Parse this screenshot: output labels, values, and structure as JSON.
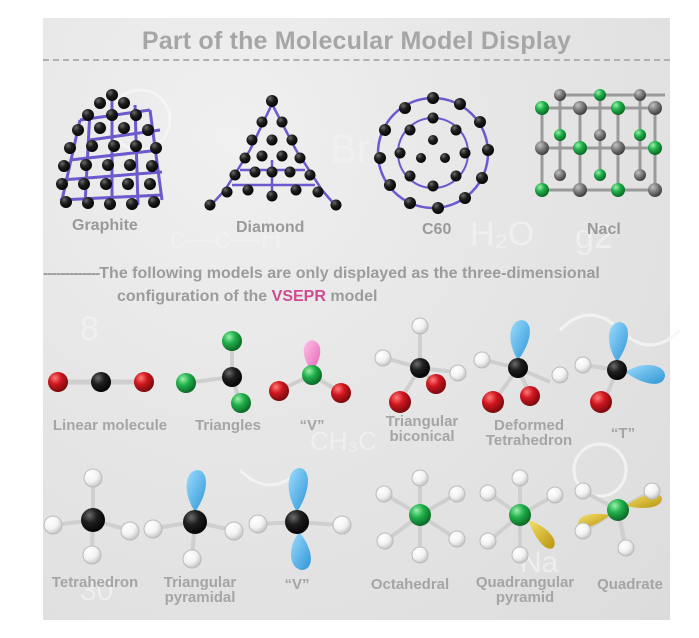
{
  "title": "Part of the Molecular Model Display",
  "crystals": [
    {
      "label": "Graphite"
    },
    {
      "label": "Diamond"
    },
    {
      "label": "C60"
    },
    {
      "label": "Nacl"
    }
  ],
  "note": {
    "dashes": "-------------",
    "line1": "The following models are only displayed as the three-dimensional",
    "line2_prefix": "configuration of the ",
    "highlight": "VSEPR",
    "line2_suffix": " model"
  },
  "vsepr_row1": [
    {
      "label": "Linear molecule"
    },
    {
      "label": "Triangles"
    },
    {
      "label": "“V”"
    },
    {
      "label1": "Triangular",
      "label2": "biconical"
    },
    {
      "label1": "Deformed",
      "label2": "Tetrahedron"
    },
    {
      "label": "“T”"
    }
  ],
  "vsepr_row2": [
    {
      "label": "Tetrahedron"
    },
    {
      "label1": "Triangular",
      "label2": "pyramidal"
    },
    {
      "label": "“V”"
    },
    {
      "label": "Octahedral"
    },
    {
      "label1": "Quadrangular",
      "label2": "pyramid"
    },
    {
      "label": "Quadrate"
    }
  ],
  "colors": {
    "carbon": "#1a1a1a",
    "bond_purple": "#6a5acd",
    "oxygen": "#d0171f",
    "chlorine": "#22b24c",
    "hydrogen": "#f4f4f4",
    "lone_pair_blue": "#4fb4e8",
    "lone_pair_pink": "#ef86c8",
    "lone_pair_yellow": "#d8b51a",
    "sodium": "#808080",
    "highlight": "#cf4b8f"
  }
}
